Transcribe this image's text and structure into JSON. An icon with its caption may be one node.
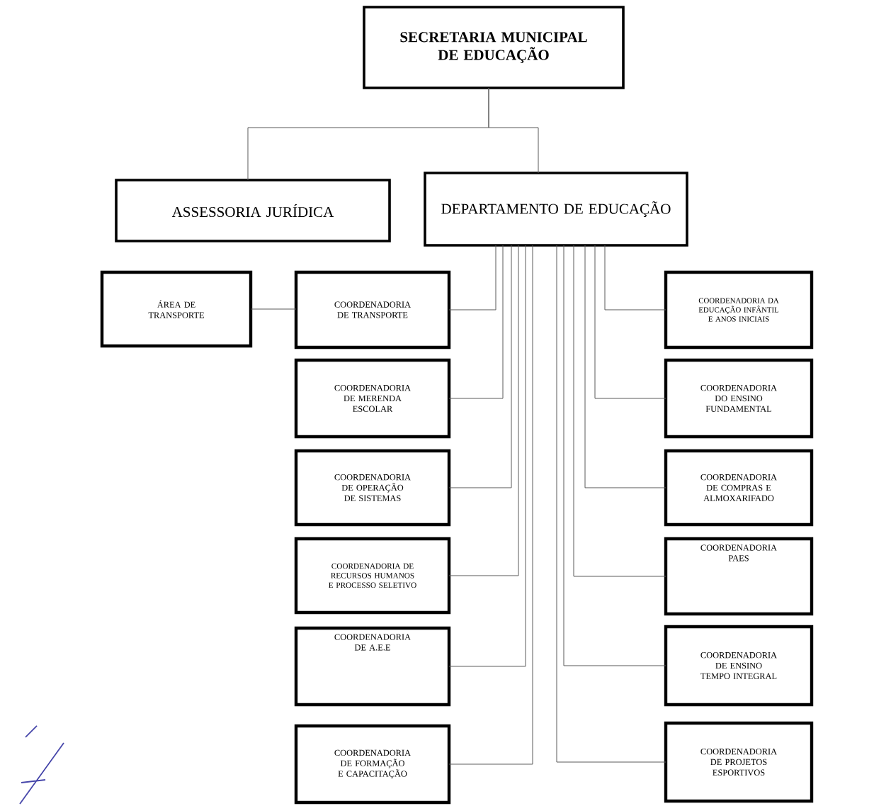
{
  "diagram": {
    "nodes": [
      {
        "text": [
          "SECRETARIA MUNICIPAL DE EDUCAÇÃO"
        ]
      },
      {
        "text": [
          "ASSESSORIA JURÍDICA"
        ]
      },
      {
        "text": [
          "DEPARTAMENTO DE EDUCAÇÃO"
        ]
      },
      {
        "text": [
          "ÁREA DE TRANSPORTE"
        ]
      },
      {
        "text": [
          "COORDENADORIA DE TRANSPORTE"
        ]
      },
      {
        "text": [
          "COORDENADORIA DE MERENDA ESCOLAR"
        ]
      },
      {
        "text": [
          "COORDENADORIA DE OPERAÇÃO DE SISTEMAS"
        ]
      },
      {
        "text": [
          "COORDENADORIA DE RECURSOS HUMANOS E PROCESSO SELETIVO"
        ]
      },
      {
        "text": [
          "COORDENADORIA DE A.E.E"
        ]
      },
      {
        "text": [
          "COORDENADORIA DE FORMAÇÃO E CAPACITAÇÃO"
        ]
      },
      {
        "text": [
          "COORDENADORIA DA EDUCAÇÃO INFÂNTIL E ANOS INICIAIS"
        ]
      },
      {
        "text": [
          "COORDENADORIA DO ENSINO FUNDAMENTAL"
        ]
      },
      {
        "text": [
          "COORDENADORIA DE COMPRAS E ALMOXARIFADO"
        ]
      },
      {
        "text": [
          "COORDENADORIA PAES"
        ]
      },
      {
        "text": [
          "COORDENADORIA DE ENSINO TEMPO INTEGRAL"
        ]
      },
      {
        "text": [
          "COORDENADORIA DE PROJETOS ESPORTIVOS"
        ]
      }
    ],
    "edges": [
      {
        "from": 0,
        "to": 1,
        "arrow": "none"
      },
      {
        "from": 0,
        "to": 2,
        "arrow": "none"
      },
      {
        "from": 3,
        "to": 4,
        "arrow": "none"
      },
      {
        "from": 2,
        "to": 4,
        "arrow": "none"
      },
      {
        "from": 2,
        "to": 5,
        "arrow": "none"
      },
      {
        "from": 2,
        "to": 6,
        "arrow": "none"
      },
      {
        "from": 2,
        "to": 7,
        "arrow": "none"
      },
      {
        "from": 2,
        "to": 8,
        "arrow": "none"
      },
      {
        "from": 2,
        "to": 9,
        "arrow": "none"
      },
      {
        "from": 2,
        "to": 10,
        "arrow": "none"
      },
      {
        "from": 2,
        "to": 11,
        "arrow": "none"
      },
      {
        "from": 2,
        "to": 12,
        "arrow": "none"
      },
      {
        "from": 2,
        "to": 13,
        "arrow": "none"
      },
      {
        "from": 2,
        "to": 14,
        "arrow": "none"
      },
      {
        "from": 2,
        "to": 15,
        "arrow": "none"
      }
    ]
  }
}
